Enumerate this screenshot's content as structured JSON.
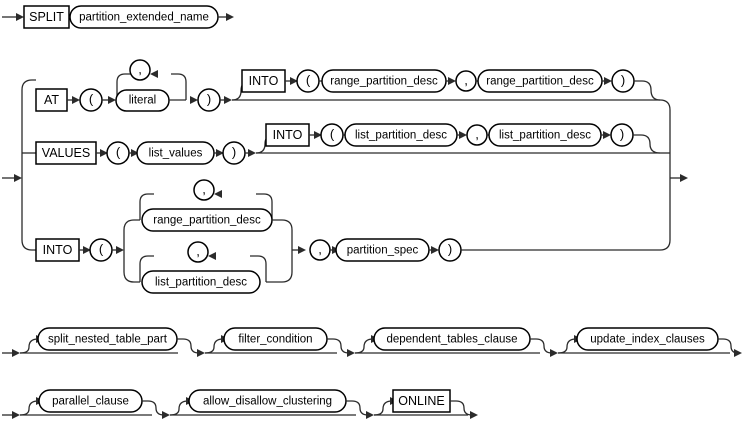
{
  "diagram": {
    "kind": "railroad-syntax-diagram",
    "title": "split_partition_clause",
    "stroke_color": "#2b2b2b",
    "box_stroke_color": "#000000",
    "background_color": "#ffffff"
  },
  "header_row": {
    "keyword": "SPLIT",
    "nonterminal": "partition_extended_name"
  },
  "branches": {
    "at": {
      "keyword": "AT",
      "open_paren": "(",
      "loop_separator": ",",
      "item": "literal",
      "close_paren": ")",
      "into": {
        "keyword": "INTO",
        "open_paren": "(",
        "first": "range_partition_desc",
        "separator": ",",
        "second": "range_partition_desc",
        "close_paren": ")"
      }
    },
    "values": {
      "keyword": "VALUES",
      "open_paren": "(",
      "item": "list_values",
      "close_paren": ")",
      "into": {
        "keyword": "INTO",
        "open_paren": "(",
        "first": "list_partition_desc",
        "separator": ",",
        "second": "list_partition_desc",
        "close_paren": ")"
      }
    },
    "into": {
      "keyword": "INTO",
      "open_paren": "(",
      "alt_upper": {
        "loop_separator": ",",
        "item": "range_partition_desc"
      },
      "alt_lower": {
        "loop_separator": ",",
        "item": "list_partition_desc"
      },
      "separator": ",",
      "partition_spec": "partition_spec",
      "close_paren": ")"
    }
  },
  "optional_rows": [
    {
      "items": [
        {
          "label": "split_nested_table_part",
          "shape": "rounded"
        },
        {
          "label": "filter_condition",
          "shape": "rounded"
        },
        {
          "label": "dependent_tables_clause",
          "shape": "rounded"
        },
        {
          "label": "update_index_clauses",
          "shape": "rounded"
        }
      ]
    },
    {
      "items": [
        {
          "label": "parallel_clause",
          "shape": "rounded"
        },
        {
          "label": "allow_disallow_clustering",
          "shape": "rounded"
        },
        {
          "label": "ONLINE",
          "shape": "rect"
        }
      ]
    }
  ]
}
